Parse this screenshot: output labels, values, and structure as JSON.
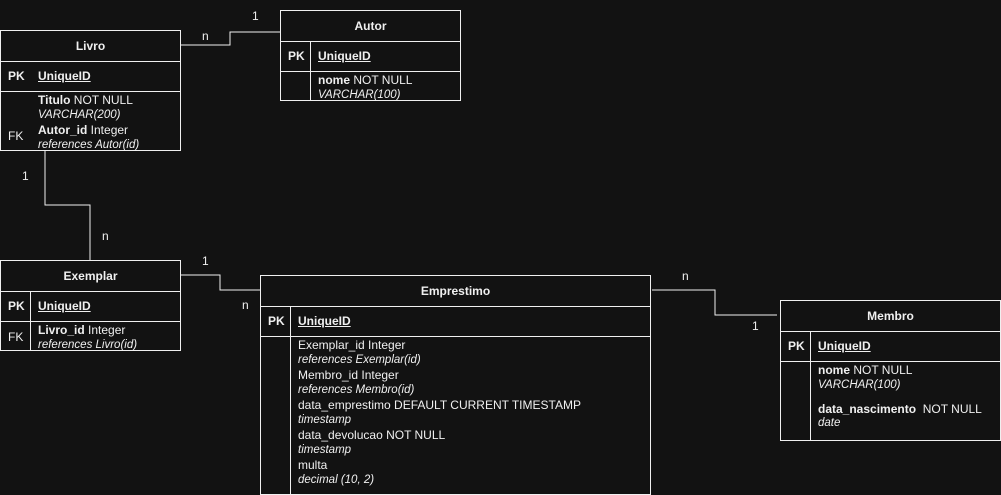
{
  "entities": {
    "livro": {
      "title": "Livro",
      "pk_label": "PK",
      "pk_field": "UniqueID",
      "fk_label": "FK",
      "fields": [
        {
          "name": "Titulo",
          "rest": " NOT NULL",
          "type": "VARCHAR(200)"
        },
        {
          "name": "Autor_id",
          "rest": " Integer",
          "type": "references Autor(id)"
        }
      ]
    },
    "autor": {
      "title": "Autor",
      "pk_label": "PK",
      "pk_field": "UniqueID",
      "fields": [
        {
          "name": "nome",
          "rest": " NOT NULL",
          "type": "VARCHAR(100)"
        }
      ]
    },
    "exemplar": {
      "title": "Exemplar",
      "pk_label": "PK",
      "pk_field": "UniqueID",
      "fk_label": "FK",
      "fields": [
        {
          "name": "Livro_id",
          "rest": " Integer",
          "type": "references Livro(id)"
        }
      ]
    },
    "emprestimo": {
      "title": "Emprestimo",
      "pk_label": "PK",
      "pk_field": "UniqueID",
      "lines": [
        {
          "text": "Exemplar_id Integer",
          "italic": false
        },
        {
          "text": "references Exemplar(id)",
          "italic": true
        },
        {
          "text": "Membro_id Integer",
          "italic": false
        },
        {
          "text": "references Membro(id)",
          "italic": true
        },
        {
          "text": "data_emprestimo DEFAULT CURRENT TIMESTAMP",
          "italic": false
        },
        {
          "text": "timestamp",
          "italic": true
        },
        {
          "text": "data_devolucao NOT NULL",
          "italic": false
        },
        {
          "text": "timestamp",
          "italic": true
        },
        {
          "text": "multa",
          "italic": false
        },
        {
          "text": "decimal (10, 2)",
          "italic": true
        }
      ]
    },
    "membro": {
      "title": "Membro",
      "pk_label": "PK",
      "pk_field": "UniqueID",
      "fields": [
        {
          "name": "nome",
          "rest": " NOT NULL",
          "type": "VARCHAR(100)"
        },
        {
          "name": "data_nascimento",
          "rest": "  NOT NULL",
          "type": "date"
        }
      ]
    }
  },
  "cardinalities": {
    "livro_autor_n": "n",
    "livro_autor_1": "1",
    "livro_exemplar_1": "1",
    "livro_exemplar_n": "n",
    "exemplar_emprestimo_1": "1",
    "exemplar_emprestimo_n": "n",
    "emprestimo_membro_n": "n",
    "emprestimo_membro_1": "1"
  },
  "colors": {
    "background": "#121212",
    "stroke": "#f0f0f0",
    "text": "#f0f0f0"
  }
}
